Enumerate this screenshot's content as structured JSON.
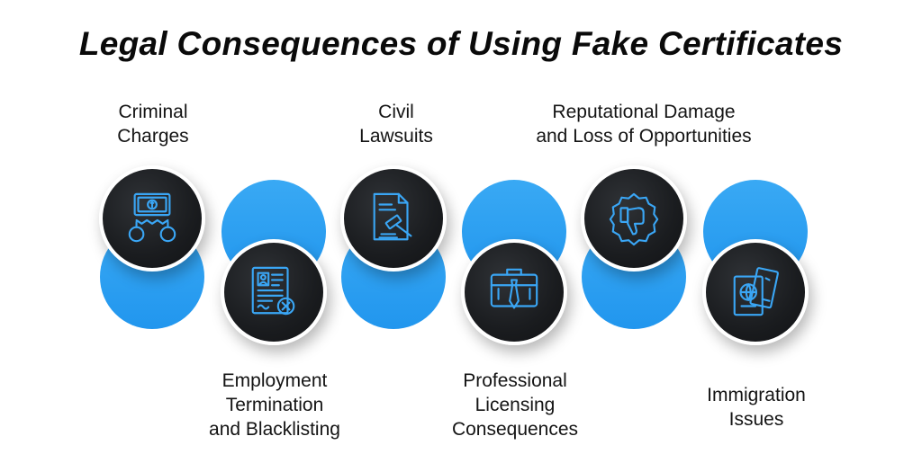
{
  "title": "Legal Consequences of Using Fake Certificates",
  "items": [
    {
      "line1": "Criminal",
      "line2": "Charges",
      "line3": "",
      "icon": "money-handcuffs-icon"
    },
    {
      "line1": "Employment",
      "line2": "Termination",
      "line3": "and Blacklisting",
      "icon": "resume-rejected-icon"
    },
    {
      "line1": "Civil",
      "line2": "Lawsuits",
      "line3": "",
      "icon": "document-gavel-icon"
    },
    {
      "line1": "Professional",
      "line2": "Licensing",
      "line3": "Consequences",
      "icon": "briefcase-tie-icon"
    },
    {
      "line1": "Reputational Damage",
      "line2": "and Loss of Opportunities",
      "line3": "",
      "icon": "thumbs-down-badge-icon"
    },
    {
      "line1": "Immigration",
      "line2": "Issues",
      "line3": "",
      "icon": "passport-ticket-icon"
    }
  ],
  "colors": {
    "accent": "#2196ee",
    "icon": "#3aa6f5",
    "dark": "#1a1c1f"
  }
}
